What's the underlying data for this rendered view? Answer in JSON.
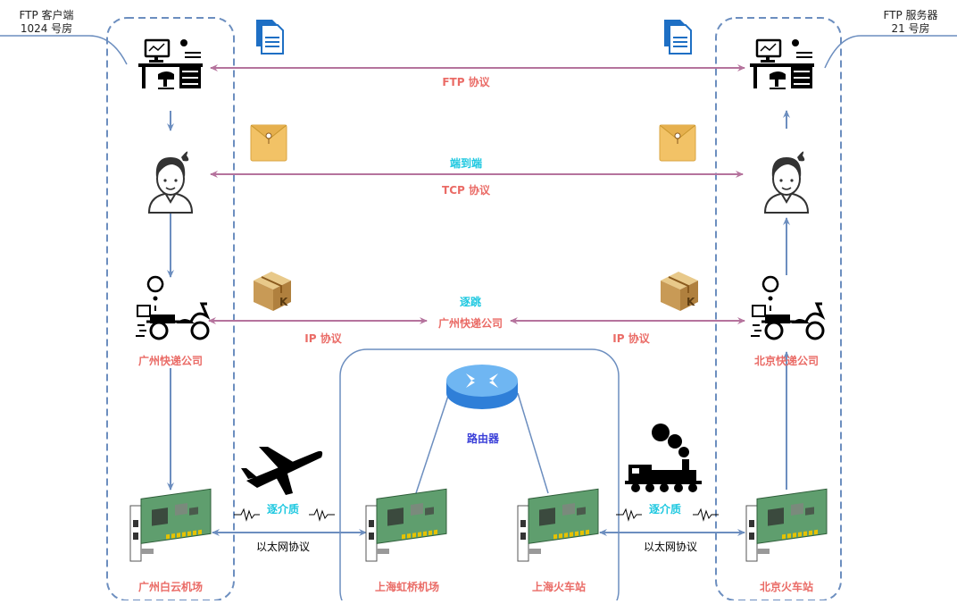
{
  "client_caption": {
    "line1": "FTP 客户端",
    "line2": "1024 号房"
  },
  "server_caption": {
    "line1": "FTP 服务器",
    "line2": "21 号房"
  },
  "links": {
    "ftp": "FTP 协议",
    "e2e": "端到端",
    "tcp": "TCP 协议",
    "hop": "逐跳",
    "ip_left": "IP 协议",
    "ip_right": "IP 协议",
    "ether_left": "以太网协议",
    "ether_right": "以太网协议",
    "medium_left": "逐介质",
    "medium_right": "逐介质"
  },
  "nodes": {
    "gz_express": "广州快递公司",
    "bj_express": "北京快递公司",
    "gz_hub": "广州快递公司",
    "router": "路由器",
    "gz_airport": "广州白云机场",
    "sh_airport": "上海虹桥机场",
    "sh_station": "上海火车站",
    "bj_station": "北京火车站"
  },
  "colors": {
    "protocol_arrow": "#b5739d",
    "flow_arrow": "#6c8ebf",
    "region_border": "#6c8ebf",
    "label_red": "#ea6b66",
    "label_cyan": "#1ec8e0",
    "label_blue": "#3a3fd8",
    "nic_board": "#5f9e6e"
  },
  "icons": [
    "desk-workstation-icon",
    "person-icon",
    "delivery-scooter-icon",
    "network-card-icon",
    "router-icon",
    "airplane-icon",
    "train-icon",
    "documents-icon",
    "envelope-icon",
    "package-icon"
  ]
}
